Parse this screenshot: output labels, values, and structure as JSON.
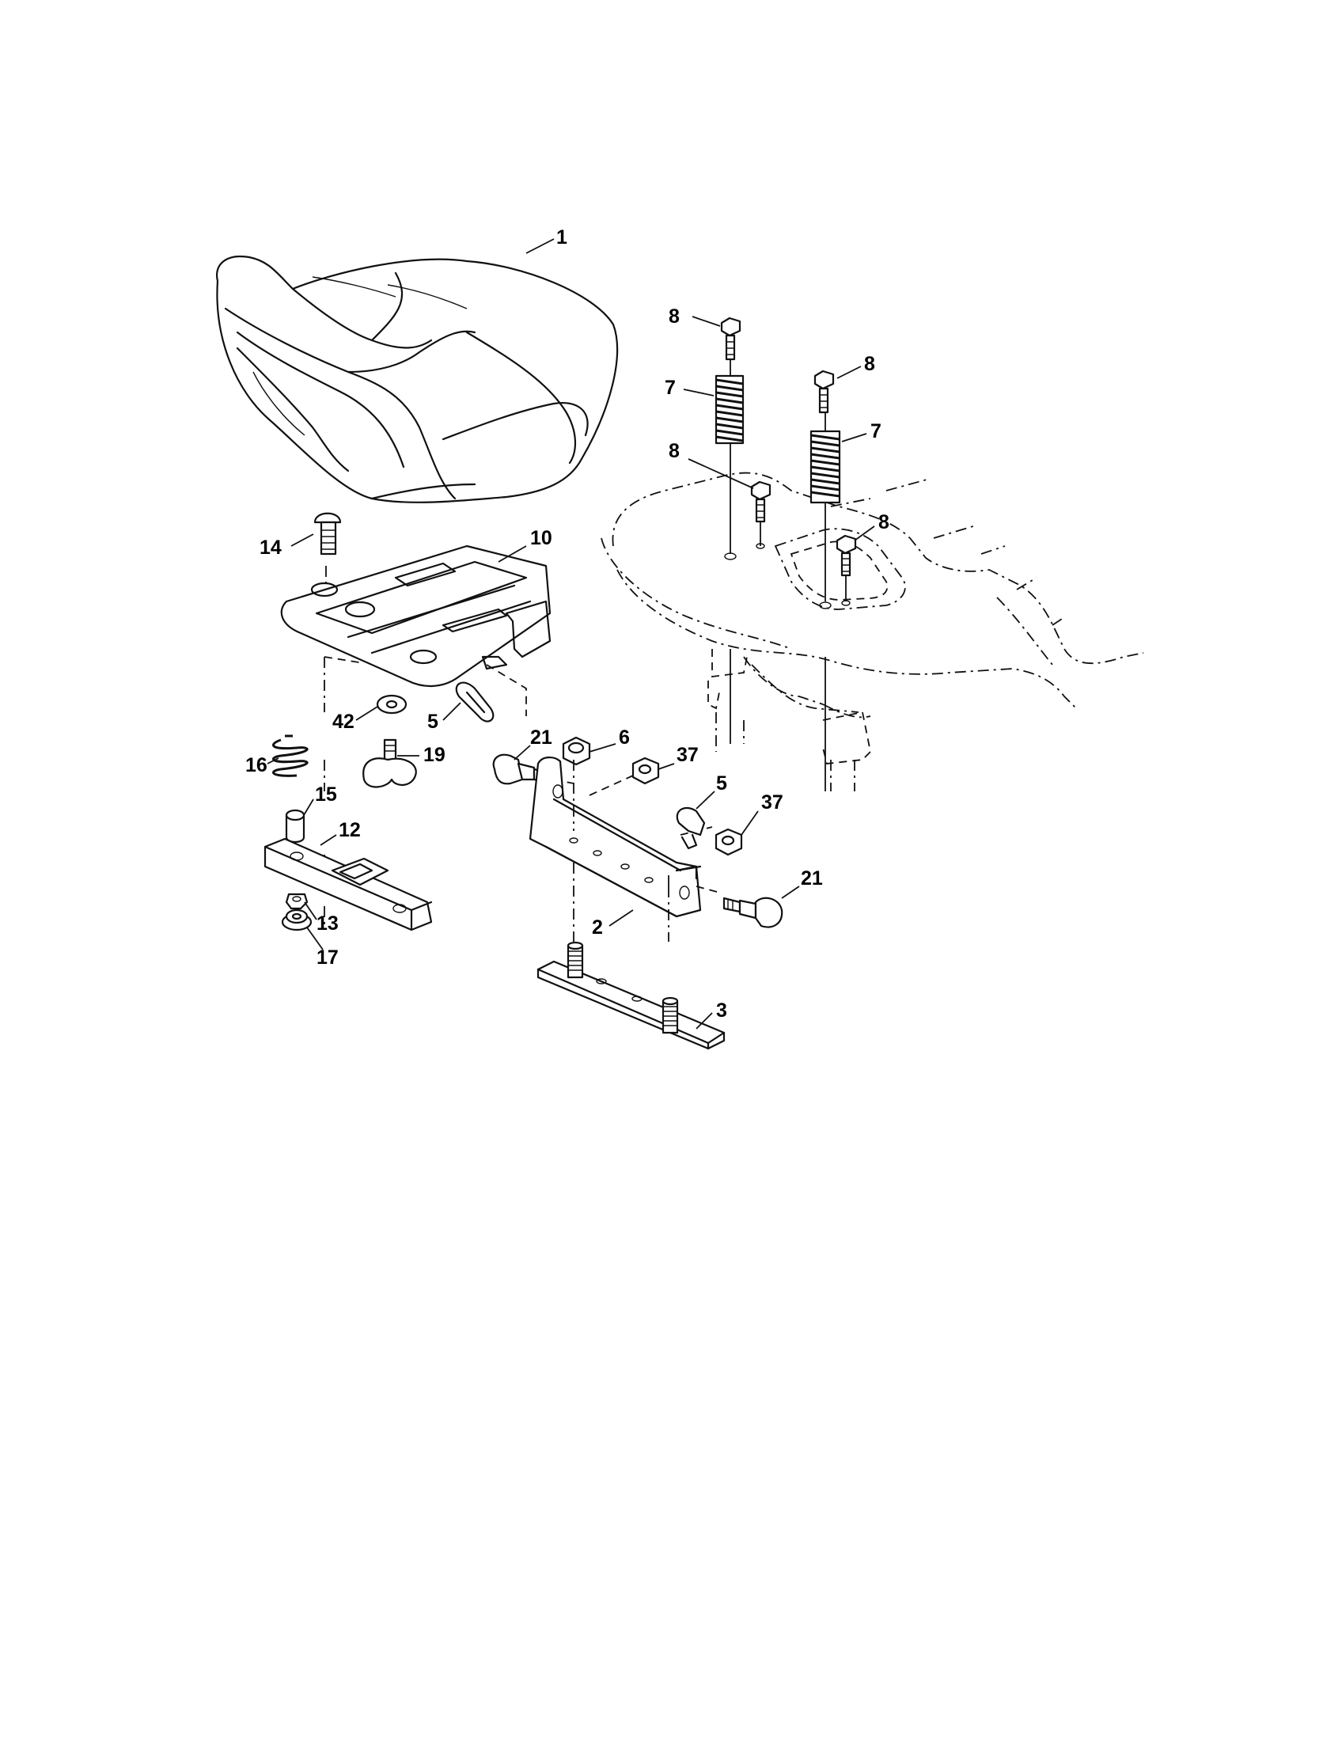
{
  "diagram": {
    "callouts": [
      "1",
      "8",
      "8",
      "7",
      "7",
      "8",
      "8",
      "14",
      "10",
      "42",
      "5",
      "16",
      "19",
      "21",
      "6",
      "37",
      "5",
      "37",
      "15",
      "12",
      "21",
      "2",
      "13",
      "17",
      "3"
    ]
  }
}
